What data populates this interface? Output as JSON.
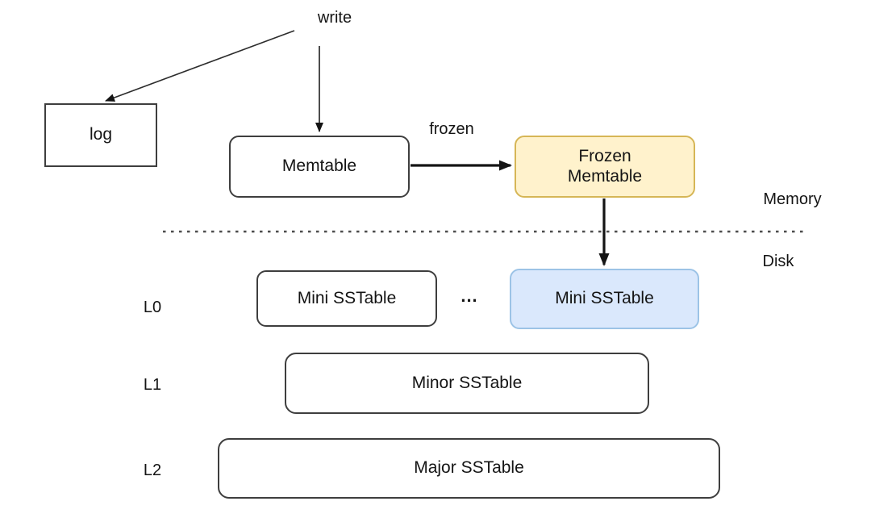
{
  "diagram": {
    "title_semantic": "LSM-tree write path: memory and disk levels",
    "background": "#ffffff"
  },
  "labels": {
    "write": "write",
    "frozen": "frozen",
    "memory": "Memory",
    "disk": "Disk",
    "dots": "...",
    "l0": "L0",
    "l1": "L1",
    "l2": "L2"
  },
  "nodes": {
    "log": {
      "label": "log",
      "fill": "#ffffff",
      "border": "#3e3e3e"
    },
    "memtable": {
      "label": "Memtable",
      "fill": "#ffffff",
      "border": "#3e3e3e"
    },
    "frozen_memtable": {
      "label": "Frozen\nMemtable",
      "fill": "#FFF2CC",
      "border": "#D6B656"
    },
    "mini_sstable_left": {
      "label": "Mini SSTable",
      "fill": "#ffffff",
      "border": "#3e3e3e"
    },
    "mini_sstable_right": {
      "label": "Mini SSTable",
      "fill": "#DAE8FC",
      "border": "#9CC3E6"
    },
    "minor_sstable": {
      "label": "Minor SSTable",
      "fill": "#ffffff",
      "border": "#3e3e3e"
    },
    "major_sstable": {
      "label": "Major SSTable",
      "fill": "#ffffff",
      "border": "#3e3e3e"
    }
  },
  "edges": {
    "write_to_log": {
      "from": "write",
      "to": "log",
      "style": "thin-arrow"
    },
    "write_to_memtable": {
      "from": "write",
      "to": "memtable",
      "style": "thin-arrow"
    },
    "memtable_to_frozen": {
      "from": "memtable",
      "to": "frozen_memtable",
      "label": "frozen",
      "style": "thick-arrow"
    },
    "frozen_to_mini_sstable": {
      "from": "frozen_memtable",
      "to": "mini_sstable_right",
      "style": "thick-arrow"
    },
    "memory_disk_divider": {
      "style": "dashed-line",
      "color": "#4d4d4d"
    }
  }
}
